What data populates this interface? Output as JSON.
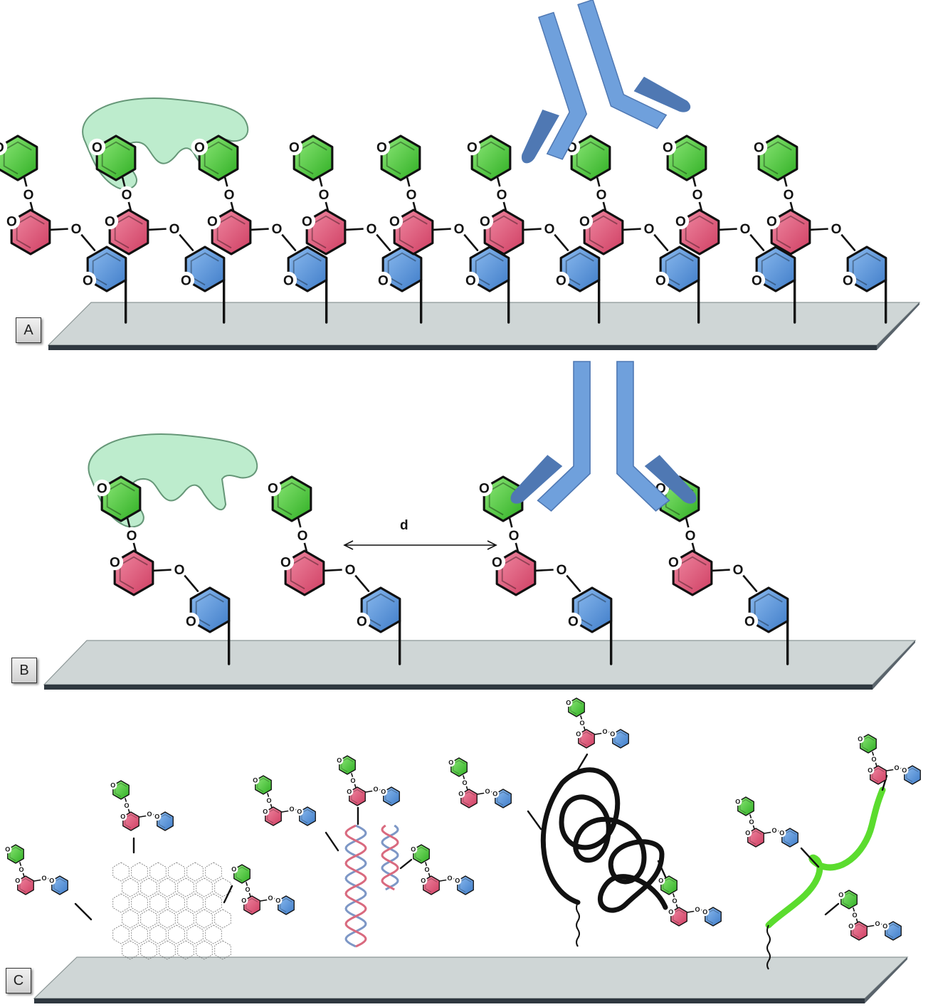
{
  "panels": [
    {
      "label": "A"
    },
    {
      "label": "B"
    },
    {
      "label": "C"
    }
  ],
  "ring_atom_label": "O",
  "linker_atom_label": "O",
  "distance_label": "d",
  "colors": {
    "green_ring": "#4cc83a",
    "pink_ring": "#e0587a",
    "blue_ring": "#5b95da",
    "lectin": "#b8ebc9",
    "antibody": "#6fa0dc",
    "antibody_dark": "#4f78b3",
    "surface": "#cfd6d6",
    "surface_edge": "#2f3840",
    "dna_strand_1": "#d96a7f",
    "dna_strand_2": "#7d97c6",
    "helix_peptide": "#5bdc2e",
    "polymer": "#111111"
  },
  "icons": [
    "lectin-protein",
    "antibody",
    "glycan-trisaccharide",
    "dendrimer-scaffold",
    "dna-scaffold",
    "polymer-coil",
    "peptide-helix"
  ]
}
